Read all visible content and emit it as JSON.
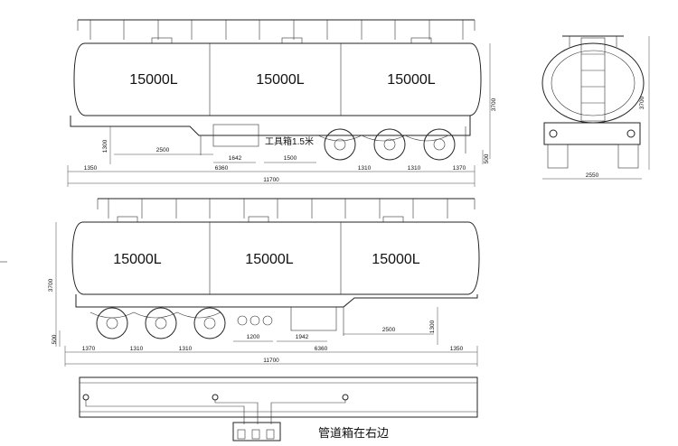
{
  "side_view_top": {
    "compartments": [
      "15000L",
      "15000L",
      "15000L"
    ],
    "toolbox_label": "工具箱1.5米",
    "dims": {
      "height": "3700",
      "kingpin_h": "1300",
      "d2500": "2500",
      "d1642": "1642",
      "d1500": "1500",
      "ground": "500",
      "front": "1350",
      "wheelbase": "6360",
      "axle1": "1310",
      "axle2": "1310",
      "rear": "1370",
      "total": "11700"
    }
  },
  "rear_view": {
    "dims": {
      "height": "3700",
      "width": "2550"
    }
  },
  "side_view_bottom": {
    "compartments": [
      "15000L",
      "15000L",
      "15000L"
    ],
    "dims": {
      "height": "3700",
      "ground": "500",
      "rear": "1370",
      "axle1": "1310",
      "axle2": "1310",
      "d1200": "1200",
      "d1942": "1942",
      "wheelbase": "6360",
      "d2500": "2500",
      "kingpin_h": "1300",
      "front": "1350",
      "total": "11700"
    }
  },
  "plan_view": {
    "note": "管道箱在右边"
  }
}
